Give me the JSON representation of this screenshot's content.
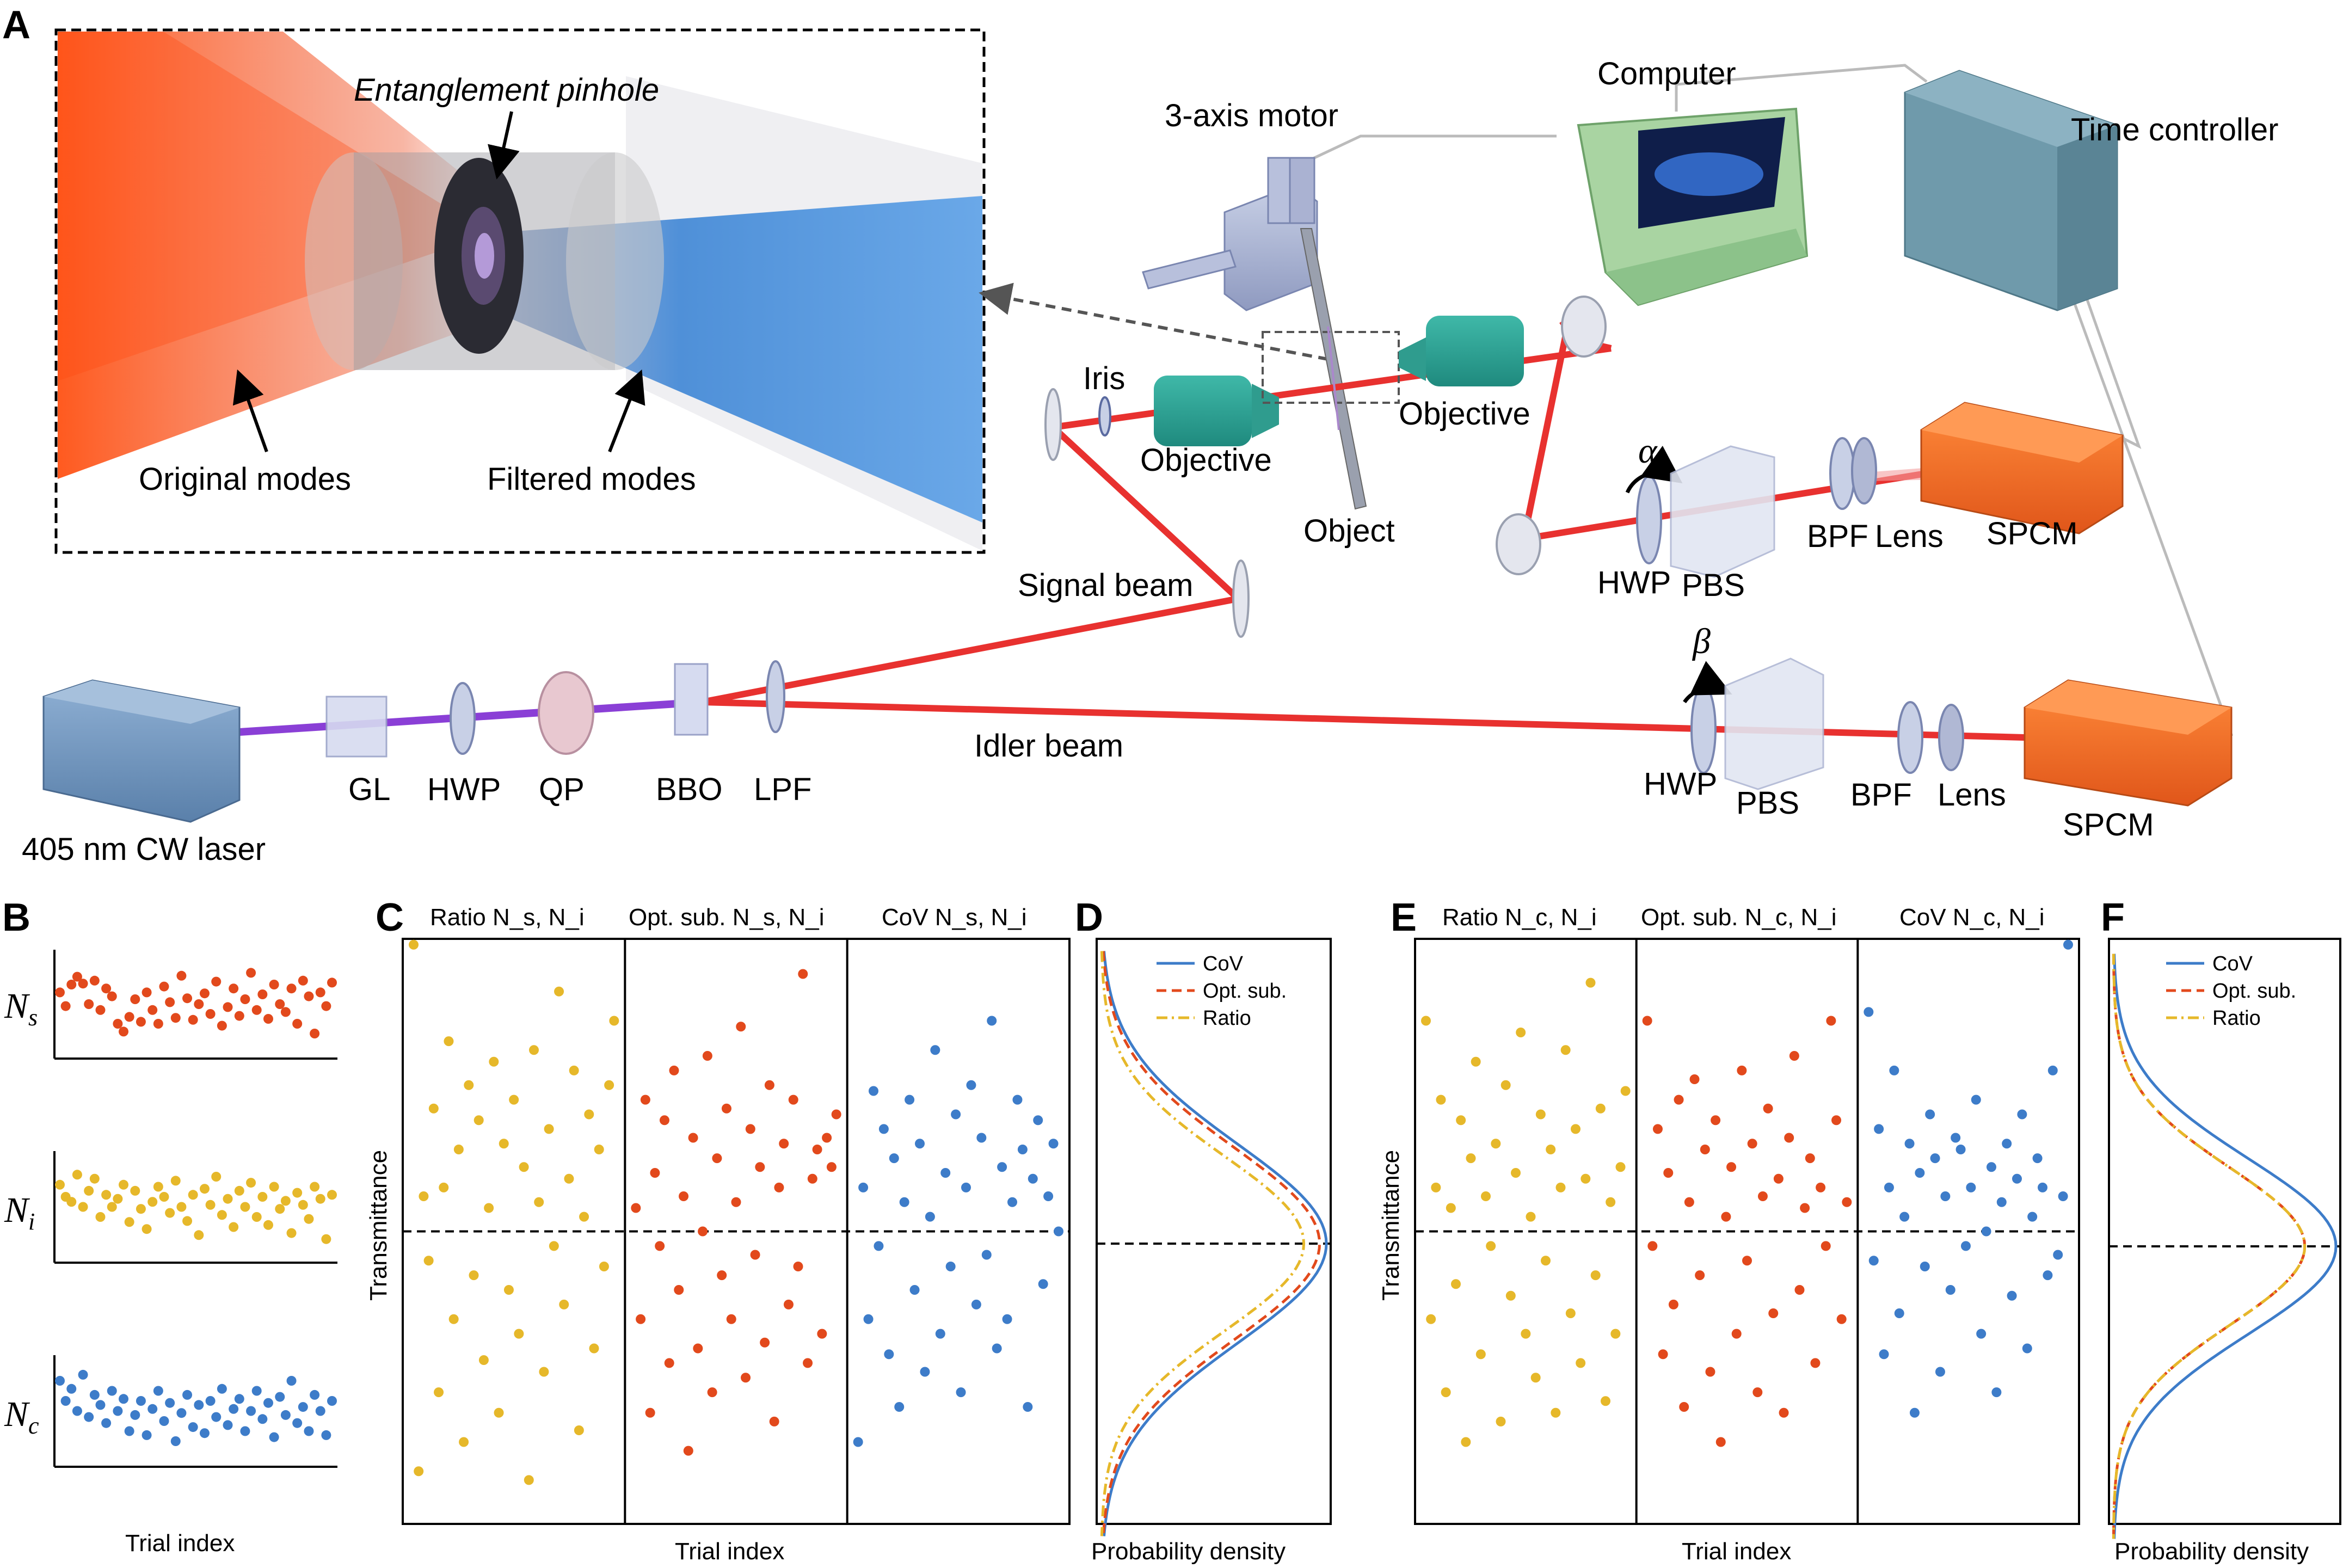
{
  "panels": {
    "a": "A",
    "b": "B",
    "c": "C",
    "d": "D",
    "e": "E",
    "f": "F"
  },
  "setup": {
    "inset_title": "Entanglement pinhole",
    "original_modes": "Original modes",
    "filtered_modes": "Filtered modes",
    "motor": "3-axis motor",
    "computer": "Computer",
    "time_controller": "Time controller",
    "iris": "Iris",
    "objective_left": "Objective",
    "objective_right": "Objective",
    "object": "Object",
    "signal_beam": "Signal beam",
    "idler_beam": "Idler beam",
    "alpha": "α",
    "beta": "β",
    "hwp_signal": "HWP",
    "pbs_signal": "PBS",
    "bpf_signal": "BPF",
    "lens_signal": "Lens",
    "spcm_signal": "SPCM",
    "hwp_idler": "HWP",
    "pbs_idler": "PBS",
    "bpf_idler": "BPF",
    "lens_idler": "Lens",
    "spcm_idler": "SPCM",
    "gl": "GL",
    "hwp_pump": "HWP",
    "qp": "QP",
    "bbo": "BBO",
    "lpf": "LPF",
    "laser": "405 nm CW laser"
  },
  "panel_b": {
    "ns": "N",
    "ns_sub": "s",
    "ni": "N",
    "ni_sub": "i",
    "nc": "N",
    "nc_sub": "c",
    "xlabel": "Trial index"
  },
  "panel_c": {
    "col1": "Ratio N_s, N_i",
    "col2": "Opt. sub. N_s, N_i",
    "col3": "CoV N_s, N_i",
    "ylabel": "Transmittance",
    "xlabel": "Trial index"
  },
  "panel_d": {
    "xlabel": "Probability density",
    "legend": [
      "CoV",
      "Opt. sub.",
      "Ratio"
    ]
  },
  "panel_e": {
    "col1": "Ratio N_c, N_i",
    "col2": "Opt. sub. N_c, N_i",
    "col3": "CoV N_c, N_i",
    "ylabel": "Transmittance",
    "xlabel": "Trial index"
  },
  "panel_f": {
    "xlabel": "Probability density",
    "legend": [
      "CoV",
      "Opt. sub.",
      "Ratio"
    ]
  },
  "colors": {
    "pump": "#8a3fd6",
    "beam": "#e8312f",
    "ratio": "#e6b82a",
    "optsub": "#e2491c",
    "cov": "#3d7cc9",
    "laser_box": "#6a90b8",
    "spcm": "#f0702a",
    "time_ctrl": "#6f9aab",
    "computer": "#9fcf9c"
  },
  "chart_data": [
    {
      "type": "scatter",
      "panel": "B",
      "series": [
        {
          "name": "N_s",
          "values": [
            0.62,
            0.48,
            0.7,
            0.78,
            0.71,
            0.5,
            0.74,
            0.44,
            0.66,
            0.58,
            0.3,
            0.22,
            0.37,
            0.55,
            0.32,
            0.62,
            0.44,
            0.3,
            0.68,
            0.52,
            0.36,
            0.79,
            0.56,
            0.34,
            0.5,
            0.61,
            0.4,
            0.73,
            0.28,
            0.47,
            0.66,
            0.38,
            0.55,
            0.82,
            0.44,
            0.6,
            0.35,
            0.7,
            0.5,
            0.42,
            0.66,
            0.3,
            0.74,
            0.58,
            0.2,
            0.62,
            0.48,
            0.72
          ]
        },
        {
          "name": "N_i",
          "values": [
            0.72,
            0.6,
            0.55,
            0.82,
            0.5,
            0.66,
            0.78,
            0.4,
            0.62,
            0.5,
            0.58,
            0.72,
            0.35,
            0.66,
            0.48,
            0.28,
            0.55,
            0.7,
            0.6,
            0.44,
            0.76,
            0.5,
            0.36,
            0.62,
            0.22,
            0.68,
            0.52,
            0.8,
            0.42,
            0.58,
            0.3,
            0.66,
            0.5,
            0.74,
            0.4,
            0.6,
            0.32,
            0.7,
            0.48,
            0.56,
            0.24,
            0.64,
            0.52,
            0.38,
            0.7,
            0.58,
            0.18,
            0.62
          ]
        },
        {
          "name": "N_c",
          "values": [
            0.8,
            0.6,
            0.72,
            0.5,
            0.86,
            0.44,
            0.66,
            0.56,
            0.38,
            0.7,
            0.5,
            0.62,
            0.3,
            0.46,
            0.6,
            0.26,
            0.52,
            0.7,
            0.4,
            0.58,
            0.2,
            0.48,
            0.66,
            0.34,
            0.56,
            0.28,
            0.6,
            0.44,
            0.72,
            0.36,
            0.52,
            0.62,
            0.3,
            0.5,
            0.7,
            0.42,
            0.58,
            0.24,
            0.64,
            0.46,
            0.8,
            0.38,
            0.54,
            0.3,
            0.66,
            0.5,
            0.26,
            0.6
          ]
        }
      ],
      "xlabel": "Trial index"
    },
    {
      "type": "scatter",
      "panel": "C",
      "ylabel": "Transmittance",
      "xlabel": "Trial index",
      "reference_line": 0,
      "ylim": [
        -1,
        1
      ],
      "series": [
        {
          "name": "Ratio N_s, N_i",
          "values": [
            0.98,
            -0.82,
            0.12,
            -0.1,
            0.42,
            -0.55,
            0.15,
            0.65,
            -0.3,
            0.28,
            -0.72,
            0.5,
            -0.15,
            0.38,
            -0.44,
            0.08,
            0.58,
            -0.62,
            0.3,
            -0.2,
            0.45,
            -0.35,
            0.22,
            -0.85,
            0.62,
            0.1,
            -0.48,
            0.35,
            -0.05,
            0.82,
            -0.25,
            0.18,
            0.55,
            -0.68,
            0.05,
            0.4,
            -0.4,
            0.28,
            -0.12,
            0.5,
            0.72
          ]
        },
        {
          "name": "Opt. sub. N_s, N_i",
          "values": [
            0.08,
            -0.3,
            0.45,
            -0.62,
            0.2,
            -0.05,
            0.38,
            -0.45,
            0.55,
            -0.2,
            0.12,
            -0.75,
            0.32,
            -0.4,
            0.0,
            0.6,
            -0.55,
            0.25,
            -0.15,
            0.42,
            -0.3,
            0.1,
            0.7,
            -0.5,
            0.35,
            -0.08,
            0.22,
            -0.38,
            0.5,
            -0.65,
            0.15,
            0.3,
            -0.25,
            0.45,
            -0.12,
            0.88,
            -0.45,
            0.18,
            0.28,
            -0.35,
            0.32,
            0.22,
            0.4
          ]
        },
        {
          "name": "CoV N_s, N_i",
          "values": [
            -0.72,
            0.15,
            -0.3,
            0.48,
            -0.05,
            0.35,
            -0.42,
            0.25,
            -0.6,
            0.1,
            0.45,
            -0.2,
            0.3,
            -0.48,
            0.05,
            0.62,
            -0.35,
            0.2,
            -0.12,
            0.4,
            -0.55,
            0.15,
            0.5,
            -0.25,
            0.32,
            -0.08,
            0.72,
            -0.4,
            0.22,
            -0.3,
            0.1,
            0.45,
            0.28,
            -0.6,
            0.18,
            0.38,
            -0.18,
            0.12,
            0.3,
            0.0
          ]
        }
      ]
    },
    {
      "type": "line",
      "panel": "D",
      "xlabel": "Probability density",
      "series": [
        {
          "name": "CoV",
          "peak": 1.0,
          "width": 0.34
        },
        {
          "name": "Opt. sub.",
          "peak": 0.97,
          "width": 0.33
        },
        {
          "name": "Ratio",
          "peak": 0.9,
          "width": 0.3
        }
      ]
    },
    {
      "type": "scatter",
      "panel": "E",
      "ylabel": "Transmittance",
      "xlabel": "Trial index",
      "reference_line": 0,
      "ylim": [
        -1,
        1
      ],
      "series": [
        {
          "name": "Ratio N_c, N_i",
          "values": [
            0.72,
            -0.3,
            0.15,
            0.45,
            -0.55,
            0.08,
            -0.18,
            0.38,
            -0.72,
            0.25,
            0.58,
            -0.42,
            0.12,
            -0.05,
            0.3,
            -0.65,
            0.5,
            -0.22,
            0.2,
            0.68,
            -0.35,
            0.05,
            -0.5,
            0.4,
            -0.1,
            0.28,
            -0.62,
            0.15,
            0.62,
            -0.28,
            0.35,
            -0.45,
            0.18,
            0.85,
            -0.15,
            0.42,
            -0.58,
            0.1,
            -0.35,
            0.22,
            0.48
          ]
        },
        {
          "name": "Opt. sub. N_c, N_i",
          "values": [
            0.72,
            -0.05,
            0.35,
            -0.42,
            0.2,
            -0.25,
            0.45,
            -0.6,
            0.1,
            0.52,
            -0.15,
            0.28,
            -0.48,
            0.38,
            -0.72,
            0.05,
            0.22,
            -0.35,
            0.55,
            -0.1,
            0.3,
            -0.55,
            0.12,
            0.42,
            -0.28,
            0.18,
            -0.62,
            0.32,
            0.6,
            -0.2,
            0.08,
            0.25,
            -0.45,
            0.15,
            -0.05,
            0.72,
            0.38,
            -0.3,
            0.1
          ]
        },
        {
          "name": "CoV N_c, N_i",
          "values": [
            0.75,
            -0.1,
            0.35,
            -0.42,
            0.15,
            0.55,
            -0.28,
            0.05,
            0.3,
            -0.62,
            0.2,
            -0.12,
            0.4,
            0.25,
            -0.48,
            0.12,
            -0.2,
            0.32,
            0.28,
            -0.05,
            0.15,
            0.45,
            -0.35,
            0.0,
            0.22,
            -0.55,
            0.1,
            0.3,
            -0.22,
            0.18,
            0.4,
            -0.4,
            0.05,
            0.25,
            0.15,
            -0.15,
            0.55,
            -0.08,
            0.12,
            0.98
          ]
        }
      ]
    },
    {
      "type": "line",
      "panel": "F",
      "xlabel": "Probability density",
      "series": [
        {
          "name": "CoV",
          "peak": 1.0,
          "width": 0.3
        },
        {
          "name": "Opt. sub.",
          "peak": 0.86,
          "width": 0.27
        },
        {
          "name": "Ratio",
          "peak": 0.86,
          "width": 0.27
        }
      ]
    }
  ]
}
